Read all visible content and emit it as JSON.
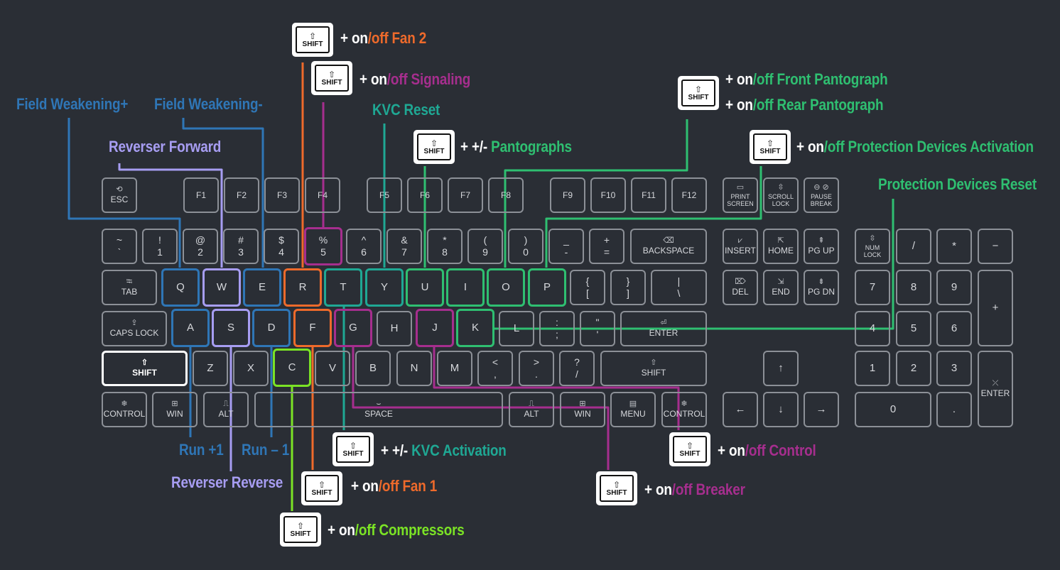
{
  "colors": {
    "background": "#2a2e35",
    "key_border": "#8c9097",
    "white": "#ffffff",
    "blue": "#2f76b6",
    "lavender": "#a79df2",
    "orange": "#ee6a2b",
    "teal": "#1fa894",
    "green": "#2fbf71",
    "purple": "#a62e8e",
    "lime": "#7be325"
  },
  "shift_badge": {
    "arrow": "⇧",
    "text": "SHIFT"
  },
  "keys": {
    "esc": {
      "icon": "⟲",
      "label": "ESC"
    },
    "f1": "F1",
    "f2": "F2",
    "f3": "F3",
    "f4": "F4",
    "f5": "F5",
    "f6": "F6",
    "f7": "F7",
    "f8": "F8",
    "f9": "F9",
    "f10": "F10",
    "f11": "F11",
    "f12": "F12",
    "print": {
      "icon": "▭",
      "label": "PRINT\nSCREEN"
    },
    "scroll": {
      "icon": "⇳",
      "label": "SCROLL\nLOCK"
    },
    "pause": {
      "icon": "⊖ ⊘",
      "label": "PAUSE\nBREAK"
    },
    "tilde": {
      "top": "~",
      "bottom": "`"
    },
    "n1": {
      "top": "!",
      "bottom": "1"
    },
    "n2": {
      "top": "@",
      "bottom": "2"
    },
    "n3": {
      "top": "#",
      "bottom": "3"
    },
    "n4": {
      "top": "$",
      "bottom": "4"
    },
    "n5": {
      "top": "%",
      "bottom": "5"
    },
    "n6": {
      "top": "^",
      "bottom": "6"
    },
    "n7": {
      "top": "&",
      "bottom": "7"
    },
    "n8": {
      "top": "*",
      "bottom": "8"
    },
    "n9": {
      "top": "(",
      "bottom": "9"
    },
    "n0": {
      "top": ")",
      "bottom": "0"
    },
    "minus": {
      "top": "_",
      "bottom": "-"
    },
    "equal": {
      "top": "+",
      "bottom": "="
    },
    "backspace": {
      "icon": "⌫",
      "label": "BACKSPACE"
    },
    "tab": {
      "icon": "⭾",
      "label": "TAB"
    },
    "q": "Q",
    "w": "W",
    "e": "E",
    "r": "R",
    "t": "T",
    "y": "Y",
    "u": "U",
    "i": "I",
    "o": "O",
    "p": "P",
    "lbracket": {
      "top": "{",
      "bottom": "["
    },
    "rbracket": {
      "top": "}",
      "bottom": "]"
    },
    "backslash": {
      "top": "|",
      "bottom": "\\"
    },
    "caps": {
      "icon": "⇪",
      "label": "CAPS LOCK"
    },
    "a": "A",
    "s": "S",
    "d": "D",
    "f": "F",
    "g": "G",
    "h": "H",
    "j": "J",
    "k": "K",
    "l": "L",
    "semicolon": {
      "top": ":",
      "bottom": ";"
    },
    "quote": {
      "top": "\"",
      "bottom": "'"
    },
    "enter": {
      "icon": "⏎",
      "label": "ENTER"
    },
    "lshift": {
      "icon": "⇧",
      "label": "SHIFT"
    },
    "z": "Z",
    "x": "X",
    "c": "C",
    "v": "V",
    "b": "B",
    "n": "N",
    "m": "M",
    "comma": {
      "top": "<",
      "bottom": ","
    },
    "period": {
      "top": ">",
      "bottom": "."
    },
    "slash": {
      "top": "?",
      "bottom": "/"
    },
    "rshift": {
      "icon": "⇧",
      "label": "SHIFT"
    },
    "lctrl": {
      "icon": "❄",
      "label": "CONTROL"
    },
    "lwin": {
      "icon": "⊞",
      "label": "WIN"
    },
    "lalt": {
      "icon": "⎍",
      "label": "ALT"
    },
    "space": {
      "icon": "⌣",
      "label": "SPACE"
    },
    "ralt": {
      "icon": "⎍",
      "label": "ALT"
    },
    "rwin": {
      "icon": "⊞",
      "label": "WIN"
    },
    "menu": {
      "icon": "▤",
      "label": "MENU"
    },
    "rctrl": {
      "icon": "❄",
      "label": "CONTROL"
    },
    "insert": {
      "icon": "⩗",
      "label": "INSERT"
    },
    "home": {
      "icon": "⇱",
      "label": "HOME"
    },
    "pgup": {
      "icon": "⇞",
      "label": "PG UP"
    },
    "del": {
      "icon": "⌦",
      "label": "DEL"
    },
    "end": {
      "icon": "⇲",
      "label": "END"
    },
    "pgdn": {
      "icon": "⇟",
      "label": "PG DN"
    },
    "up": "↑",
    "left": "←",
    "down": "↓",
    "right": "→",
    "numlock": {
      "icon": "⇳",
      "label": "NUM\nLOCK"
    },
    "ndiv": "/",
    "nmul": "*",
    "nminus": "−",
    "nplus": "+",
    "n7k": "7",
    "n8k": "8",
    "n9k": "9",
    "n4k": "4",
    "n5k": "5",
    "n6k": "6",
    "n1k": "1",
    "n2k": "2",
    "n3k": "3",
    "n0k": "0",
    "ndot": ".",
    "nenter": {
      "icon": "⤫",
      "label": "ENTER"
    }
  },
  "labels": {
    "fan2": {
      "a": "+ on",
      "b": "/off Fan 2"
    },
    "signaling": {
      "a": "+  on",
      "b": "/off Signaling"
    },
    "field_plus": "Field Weakening+",
    "field_minus": "Field Weakening-",
    "kvc_reset": "KVC Reset",
    "reverser_forward": "Reverser Forward",
    "pantographs": {
      "a": "+  +/-",
      "b": " Pantographs"
    },
    "front_panto": {
      "a": "+ on",
      "b": "/off Front Pantograph"
    },
    "rear_panto": {
      "a": "+ on",
      "b": "/off Rear Pantograph"
    },
    "prot_activation": {
      "a": "+ on",
      "b": "/off Protection Devices Activation"
    },
    "prot_reset": "Protection Devices Reset",
    "run_plus": "Run +1",
    "run_minus": "Run – 1",
    "kvc_activation": {
      "a": "+  +/-",
      "b": " KVC Activation"
    },
    "control": {
      "a": "+  on",
      "b": "/off Control"
    },
    "reverser_reverse": "Reverser Reverse",
    "fan1": {
      "a": "+  on",
      "b": "/off Fan 1"
    },
    "breaker": {
      "a": "+  on",
      "b": "/off Breaker"
    },
    "compressors": {
      "a": "+  on",
      "b": "/off Compressors"
    }
  }
}
